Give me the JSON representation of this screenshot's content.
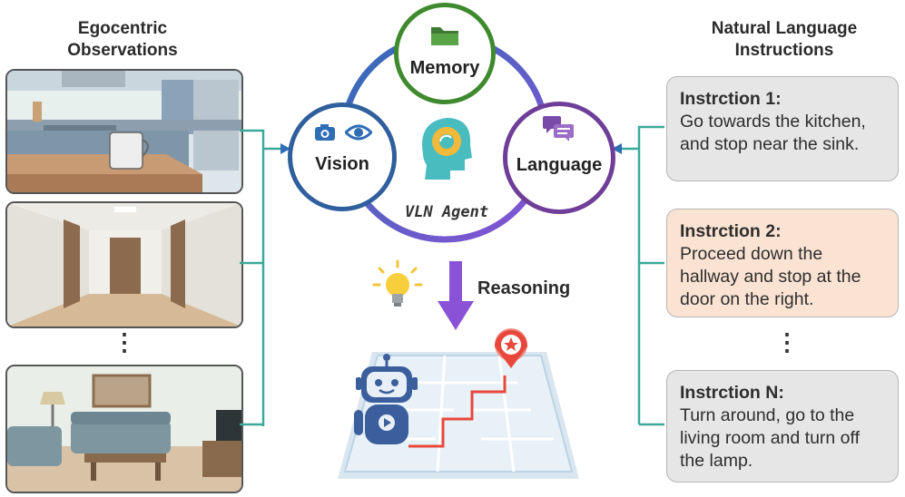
{
  "left_title": [
    "Egocentric",
    "Observations"
  ],
  "right_title": [
    "Natural Language",
    "Instructions"
  ],
  "observations": [
    {
      "scene": "kitchen"
    },
    {
      "scene": "hallway"
    },
    {
      "scene": "living-room"
    }
  ],
  "ellipsis": "⋮",
  "hub": {
    "memory": "Memory",
    "vision": "Vision",
    "language": "Language",
    "agent": "VLN Agent"
  },
  "reasoning": "Reasoning",
  "instructions": [
    {
      "title": "Instrction 1:",
      "lines": [
        "Go towards the kitchen,",
        "and stop near the sink."
      ],
      "bg": "#e6e6e6"
    },
    {
      "title": "Instrction 2:",
      "lines": [
        "Proceed down the",
        "hallway and stop at the",
        "door on the right."
      ],
      "bg": "#fbe3d3"
    },
    {
      "title": "Instrction N:",
      "lines": [
        "Turn around, go to the",
        "living room and turn off",
        "the lamp."
      ],
      "bg": "#e6e6e6"
    }
  ],
  "colors": {
    "memory_ring": "#3f8a2e",
    "vision_ring": "#2f5f9c",
    "language_ring": "#6f3e98",
    "connector": "#3aa99a",
    "arrow": "#8a52d6",
    "path": "#e8483c"
  }
}
